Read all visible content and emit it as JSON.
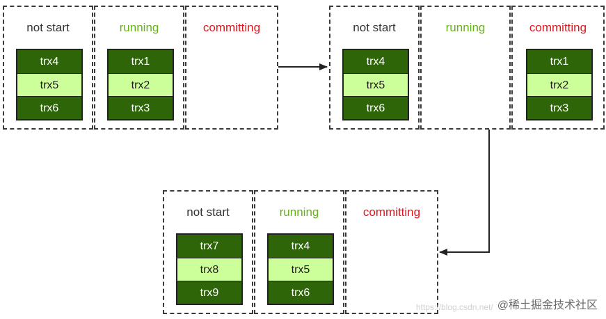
{
  "labels": {
    "not_start": "not start",
    "running": "running",
    "committing": "committing"
  },
  "stage1": {
    "not_start": [
      "trx4",
      "trx5",
      "trx6"
    ],
    "running": [
      "trx1",
      "trx2",
      "trx3"
    ],
    "committing": []
  },
  "stage2": {
    "not_start": [
      "trx4",
      "trx5",
      "trx6"
    ],
    "running": [],
    "committing": [
      "trx1",
      "trx2",
      "trx3"
    ]
  },
  "stage3": {
    "not_start": [
      "trx7",
      "trx8",
      "trx9"
    ],
    "running": [
      "trx4",
      "trx5",
      "trx6"
    ],
    "committing": []
  },
  "colors": {
    "cell_dark": "#2f6509",
    "cell_light": "#ccff99",
    "running_label": "#66b21b",
    "committing_label": "#e0161e",
    "border": "#3a3a3a"
  },
  "watermark": "@稀土掘金技术社区",
  "faint_watermark": "https://blog.csdn.net/"
}
